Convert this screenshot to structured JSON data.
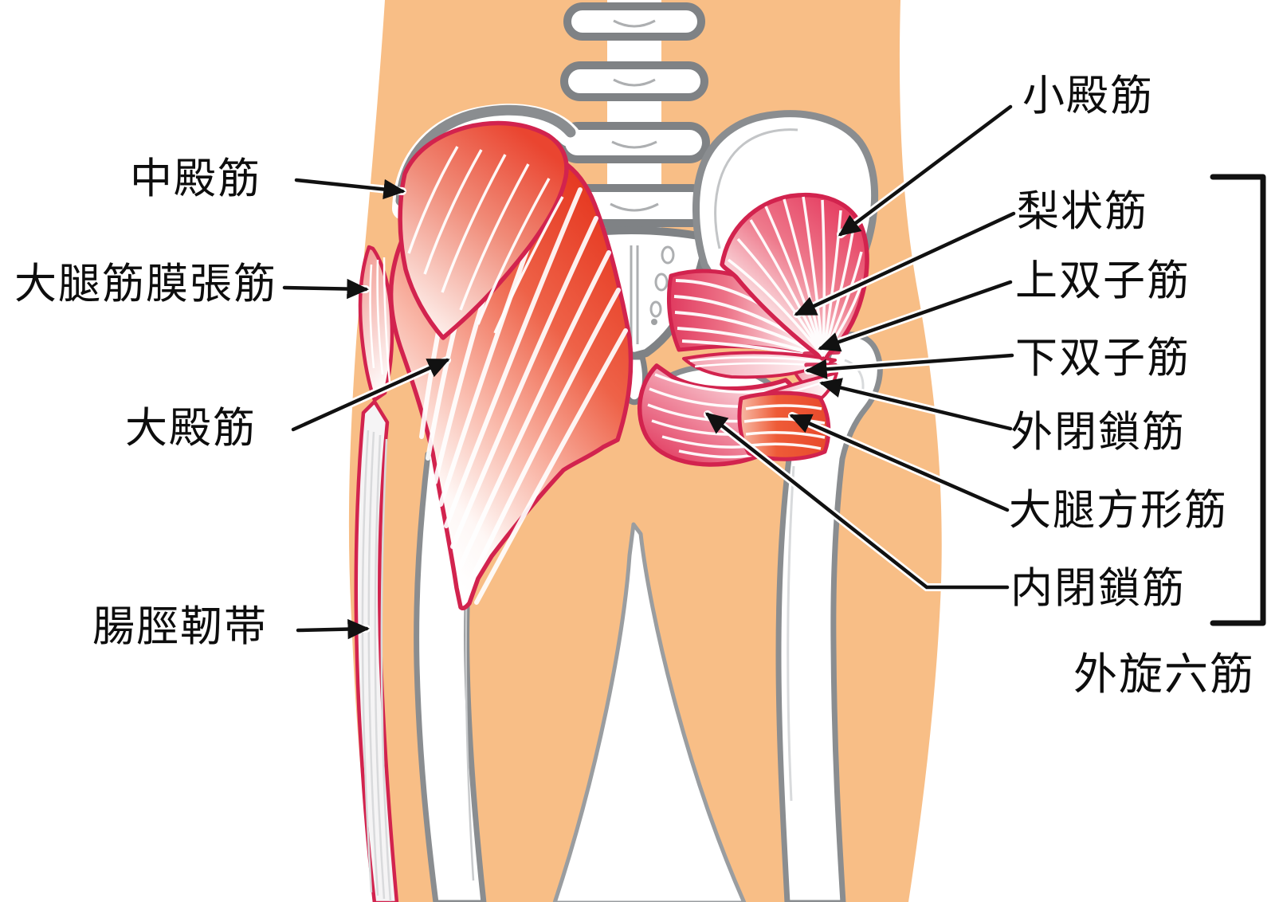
{
  "diagram": {
    "title_visible_text": "",
    "labels_left": [
      {
        "id": "gluteus-medius",
        "text": "中殿筋"
      },
      {
        "id": "tensor-fasciae-latae",
        "text": "大腿筋膜張筋"
      },
      {
        "id": "gluteus-maximus",
        "text": "大殿筋"
      },
      {
        "id": "iliotibial-band",
        "text": "腸脛靭帯"
      }
    ],
    "labels_right": [
      {
        "id": "gluteus-minimus",
        "text": "小殿筋"
      },
      {
        "id": "piriformis",
        "text": "梨状筋"
      },
      {
        "id": "superior-gemellus",
        "text": "上双子筋"
      },
      {
        "id": "inferior-gemellus",
        "text": "下双子筋"
      },
      {
        "id": "obturator-externus",
        "text": "外閉鎖筋"
      },
      {
        "id": "quadratus-femoris",
        "text": "大腿方形筋"
      },
      {
        "id": "obturator-internus",
        "text": "内閉鎖筋"
      }
    ],
    "group_label": {
      "id": "six-external-rotators",
      "text": "外旋六筋"
    },
    "colors": {
      "skin": "#F8BE86",
      "muscle_red_deep": "#E8422C",
      "muscle_pink_deep": "#E64467",
      "muscle_outline_crimson": "#D2234E",
      "bone_fill": "#FFFFFF",
      "bone_outline_gray": "#8A8D90",
      "label_text": "#0D0D0D",
      "pointer_line": "#111111"
    }
  }
}
